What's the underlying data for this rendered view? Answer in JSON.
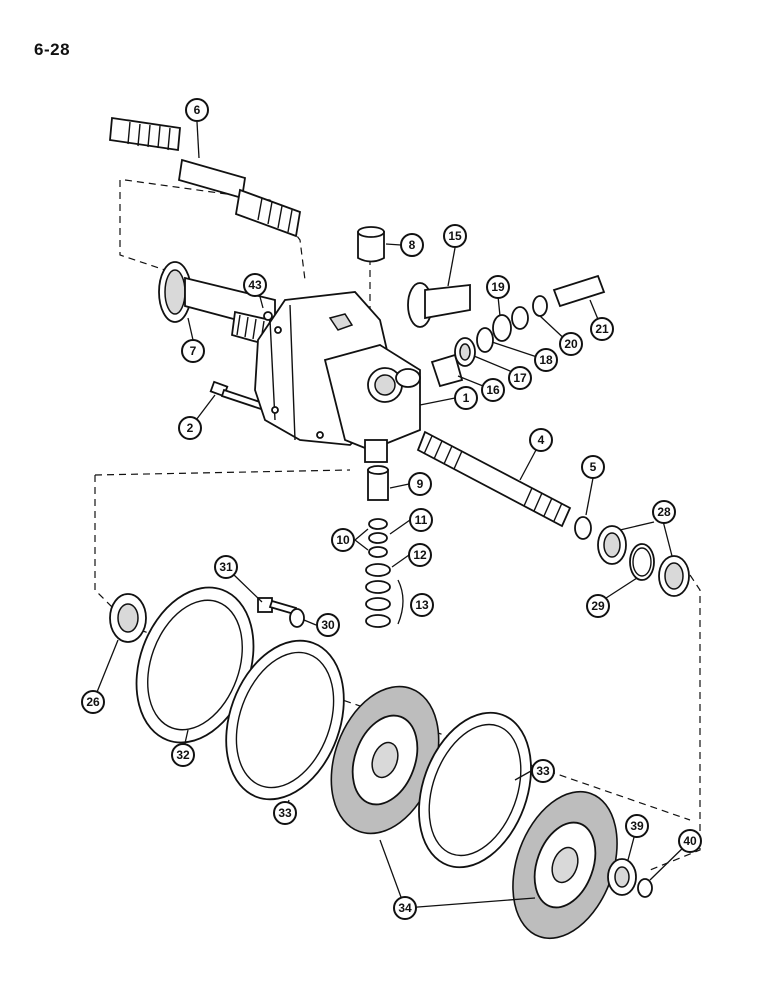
{
  "page": {
    "label": "6-28"
  },
  "callouts": [
    {
      "id": "c1",
      "label": "1"
    },
    {
      "id": "c2",
      "label": "2"
    },
    {
      "id": "c4",
      "label": "4"
    },
    {
      "id": "c5",
      "label": "5"
    },
    {
      "id": "c6",
      "label": "6"
    },
    {
      "id": "c7",
      "label": "7"
    },
    {
      "id": "c8",
      "label": "8"
    },
    {
      "id": "c9",
      "label": "9"
    },
    {
      "id": "c10",
      "label": "10"
    },
    {
      "id": "c11",
      "label": "11"
    },
    {
      "id": "c12",
      "label": "12"
    },
    {
      "id": "c13",
      "label": "13"
    },
    {
      "id": "c15",
      "label": "15"
    },
    {
      "id": "c16",
      "label": "16"
    },
    {
      "id": "c17",
      "label": "17"
    },
    {
      "id": "c18",
      "label": "18"
    },
    {
      "id": "c19",
      "label": "19"
    },
    {
      "id": "c20",
      "label": "20"
    },
    {
      "id": "c21",
      "label": "21"
    },
    {
      "id": "c26",
      "label": "26"
    },
    {
      "id": "c28",
      "label": "28"
    },
    {
      "id": "c29",
      "label": "29"
    },
    {
      "id": "c30",
      "label": "30"
    },
    {
      "id": "c31",
      "label": "31"
    },
    {
      "id": "c32",
      "label": "32"
    },
    {
      "id": "c33a",
      "label": "33"
    },
    {
      "id": "c33b",
      "label": "33"
    },
    {
      "id": "c34",
      "label": "34"
    },
    {
      "id": "c39",
      "label": "39"
    },
    {
      "id": "c40",
      "label": "40"
    },
    {
      "id": "c43",
      "label": "43"
    }
  ]
}
